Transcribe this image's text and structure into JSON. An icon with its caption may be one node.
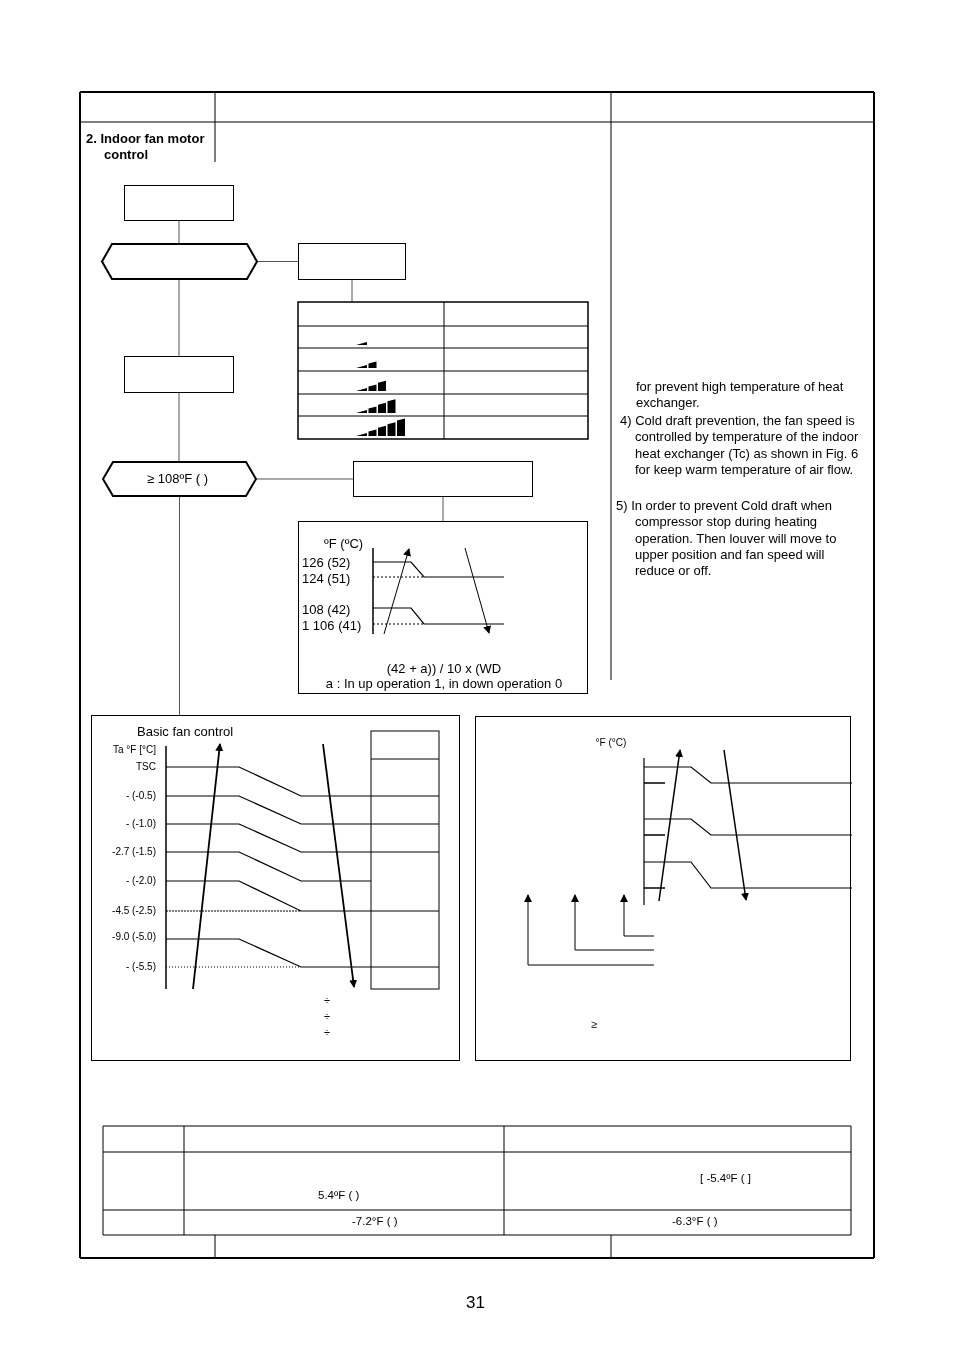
{
  "diagram": {
    "nodes": [
      {
        "text": [],
        "shape": "box"
      },
      {
        "text": [],
        "shape": "hexagon"
      },
      {
        "text": [],
        "shape": "box"
      },
      {
        "text": [],
        "shape": "table"
      },
      {
        "text": [],
        "shape": "box"
      },
      {
        "text": [
          "≥ 108ºF ( )"
        ]
      },
      {
        "text": [],
        "shape": "box"
      },
      {
        "text": [
          "ºF (ºC)",
          "126 (52)",
          "124 (51)",
          "108 (42)",
          "1 106 (41)",
          "(42 + a)) / 10 x (WD",
          "a : In up operation 1, in down operation 0"
        ]
      },
      {
        "text": [
          "Basic fan control",
          "Ta °F [°C]",
          "TSC",
          "- (-0.5)",
          "- (-1.0)",
          "-2.7 (-1.5)",
          "- (-2.0)",
          "-4.5 (-2.5)",
          "-9.0 (-5.0)",
          "- (-5.5)",
          "÷",
          "÷",
          "÷"
        ]
      },
      {
        "text": [
          "°F (°C)",
          "≥"
        ]
      }
    ],
    "edges": [
      {
        "from": 0,
        "to": 1,
        "arrow": "none"
      },
      {
        "from": 1,
        "to": 2,
        "arrow": "none"
      },
      {
        "from": 2,
        "to": 3,
        "arrow": "none"
      },
      {
        "from": 1,
        "to": 4,
        "arrow": "none"
      },
      {
        "from": 4,
        "to": 5,
        "arrow": "none"
      },
      {
        "from": 5,
        "to": 6,
        "arrow": "none"
      },
      {
        "from": 6,
        "to": 7,
        "arrow": "none"
      },
      {
        "from": 5,
        "to": 8,
        "arrow": "none"
      }
    ],
    "labels": [
      "2. Indoor fan motor control",
      "for prevent high temperature of heat exchanger.",
      "4) Cold draft prevention, the fan speed is controlled by temperature of the indoor heat exchanger (Tc) as shown in Fig. 6 for keep warm temperature of air flow.",
      "5) In order to prevent Cold draft when compressor stop during heating operation. Then louver will move to upper position and fan speed will reduce or off.",
      "5.4ºF ( )",
      "[ -5.4ºF ( ]",
      "-7.2°F ( )",
      "-6.3°F ( )",
      "31"
    ]
  }
}
